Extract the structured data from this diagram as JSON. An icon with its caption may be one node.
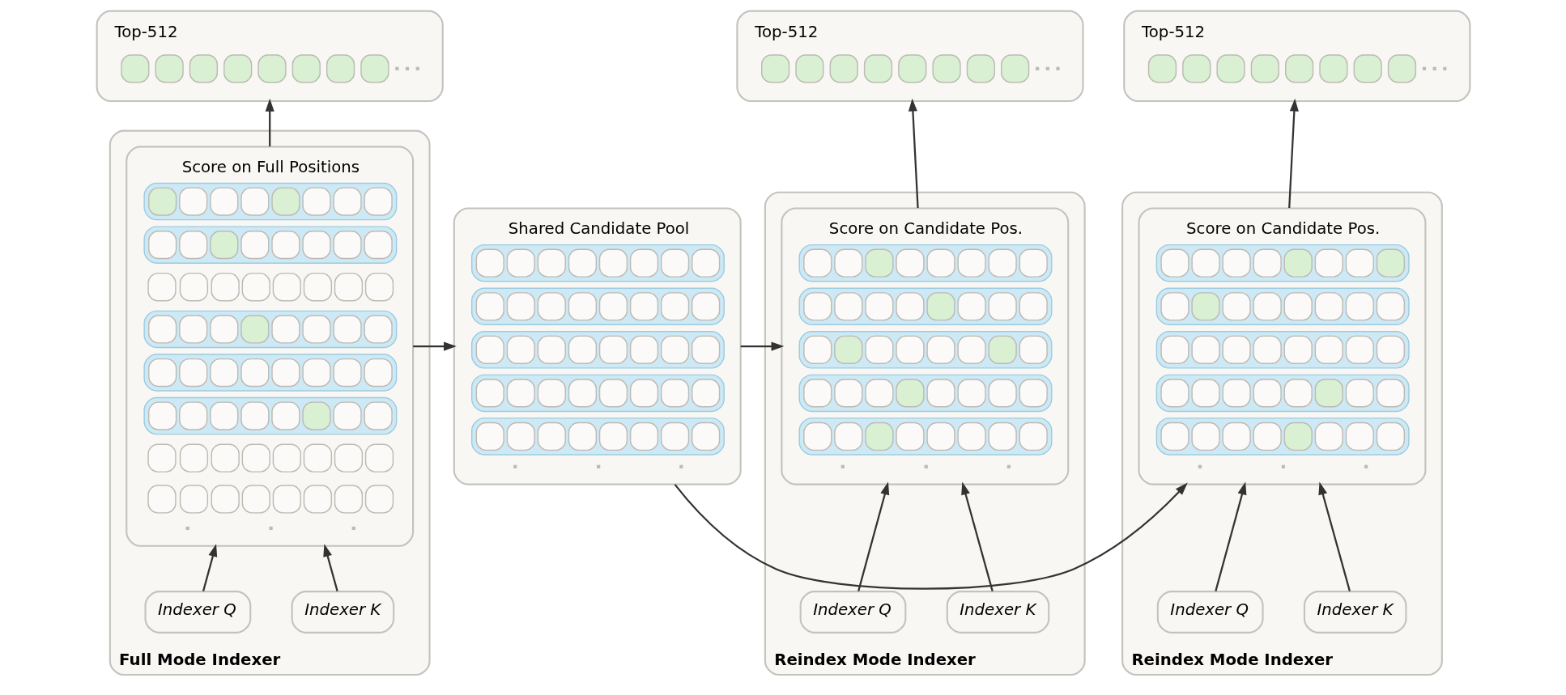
{
  "diagram": {
    "nodes": [
      {
        "text": [
          "Top-512"
        ]
      },
      {
        "text": [
          "Full Mode Indexer"
        ]
      },
      {
        "text": [
          "Score on Full Positions"
        ],
        "in": 1
      },
      {
        "text": [
          "Indexer Q"
        ],
        "in": 1
      },
      {
        "text": [
          "Indexer K"
        ],
        "in": 1
      },
      {
        "text": [
          "Shared Candidate Pool"
        ]
      },
      {
        "text": [
          "Top-512"
        ]
      },
      {
        "text": [
          "Reindex Mode Indexer"
        ]
      },
      {
        "text": [
          "Score on Candidate Pos."
        ],
        "in": 7
      },
      {
        "text": [
          "Indexer Q"
        ],
        "in": 7
      },
      {
        "text": [
          "Indexer K"
        ],
        "in": 7
      },
      {
        "text": [
          "Top-512"
        ]
      },
      {
        "text": [
          "Reindex Mode Indexer"
        ]
      },
      {
        "text": [
          "Score on Candidate Pos."
        ],
        "in": 12
      },
      {
        "text": [
          "Indexer Q"
        ],
        "in": 12
      },
      {
        "text": [
          "Indexer K"
        ],
        "in": 12
      }
    ],
    "edges": [
      {
        "from": 2,
        "to": 0,
        "arrow": "to"
      },
      {
        "from": 3,
        "to": 2,
        "arrow": "to"
      },
      {
        "from": 4,
        "to": 2,
        "arrow": "to"
      },
      {
        "from": 2,
        "to": 5,
        "arrow": "to"
      },
      {
        "from": 5,
        "to": 8,
        "arrow": "to"
      },
      {
        "from": 8,
        "to": 6,
        "arrow": "to"
      },
      {
        "from": 9,
        "to": 8,
        "arrow": "to"
      },
      {
        "from": 10,
        "to": 8,
        "arrow": "to"
      },
      {
        "from": 5,
        "to": 13,
        "arrow": "to"
      },
      {
        "from": 13,
        "to": 11,
        "arrow": "to"
      },
      {
        "from": 14,
        "to": 13,
        "arrow": "to"
      },
      {
        "from": 15,
        "to": 13,
        "arrow": "to"
      }
    ]
  }
}
